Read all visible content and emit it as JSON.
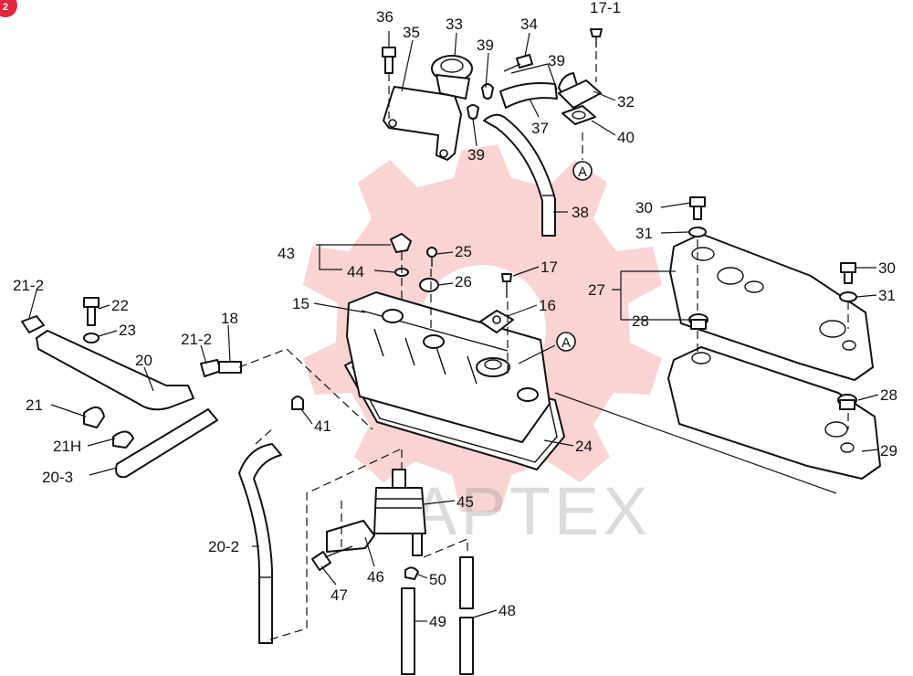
{
  "corner_badge": "2",
  "watermark": "JAPTEX",
  "ref_marker": "A",
  "colors": {
    "ink": "#111111",
    "watermark_gear": "#f28b8b",
    "badge": "#e0263c"
  },
  "callouts": {
    "p36": "36",
    "p35": "35",
    "p33": "33",
    "p39a": "39",
    "p34": "34",
    "p39b": "39",
    "p17_1": "17-1",
    "p32": "32",
    "p37": "37",
    "p40": "40",
    "p39c": "39",
    "p38": "38",
    "p30a": "30",
    "p31a": "31",
    "p43": "43",
    "p25": "25",
    "p44": "44",
    "p17": "17",
    "p26": "26",
    "p30b": "30",
    "p15": "15",
    "p16": "16",
    "p27": "27",
    "p31b": "31",
    "p28a": "28",
    "p21_2a": "21-2",
    "p22": "22",
    "p23": "23",
    "p18": "18",
    "p21_2b": "21-2",
    "p20": "20",
    "p21": "21",
    "p41": "41",
    "p21h": "21H",
    "p28b": "28",
    "p24": "24",
    "p29": "29",
    "p20_3": "20-3",
    "p45": "45",
    "p20_2": "20-2",
    "p46": "46",
    "p50": "50",
    "p47": "47",
    "p48": "48",
    "p49": "49"
  }
}
